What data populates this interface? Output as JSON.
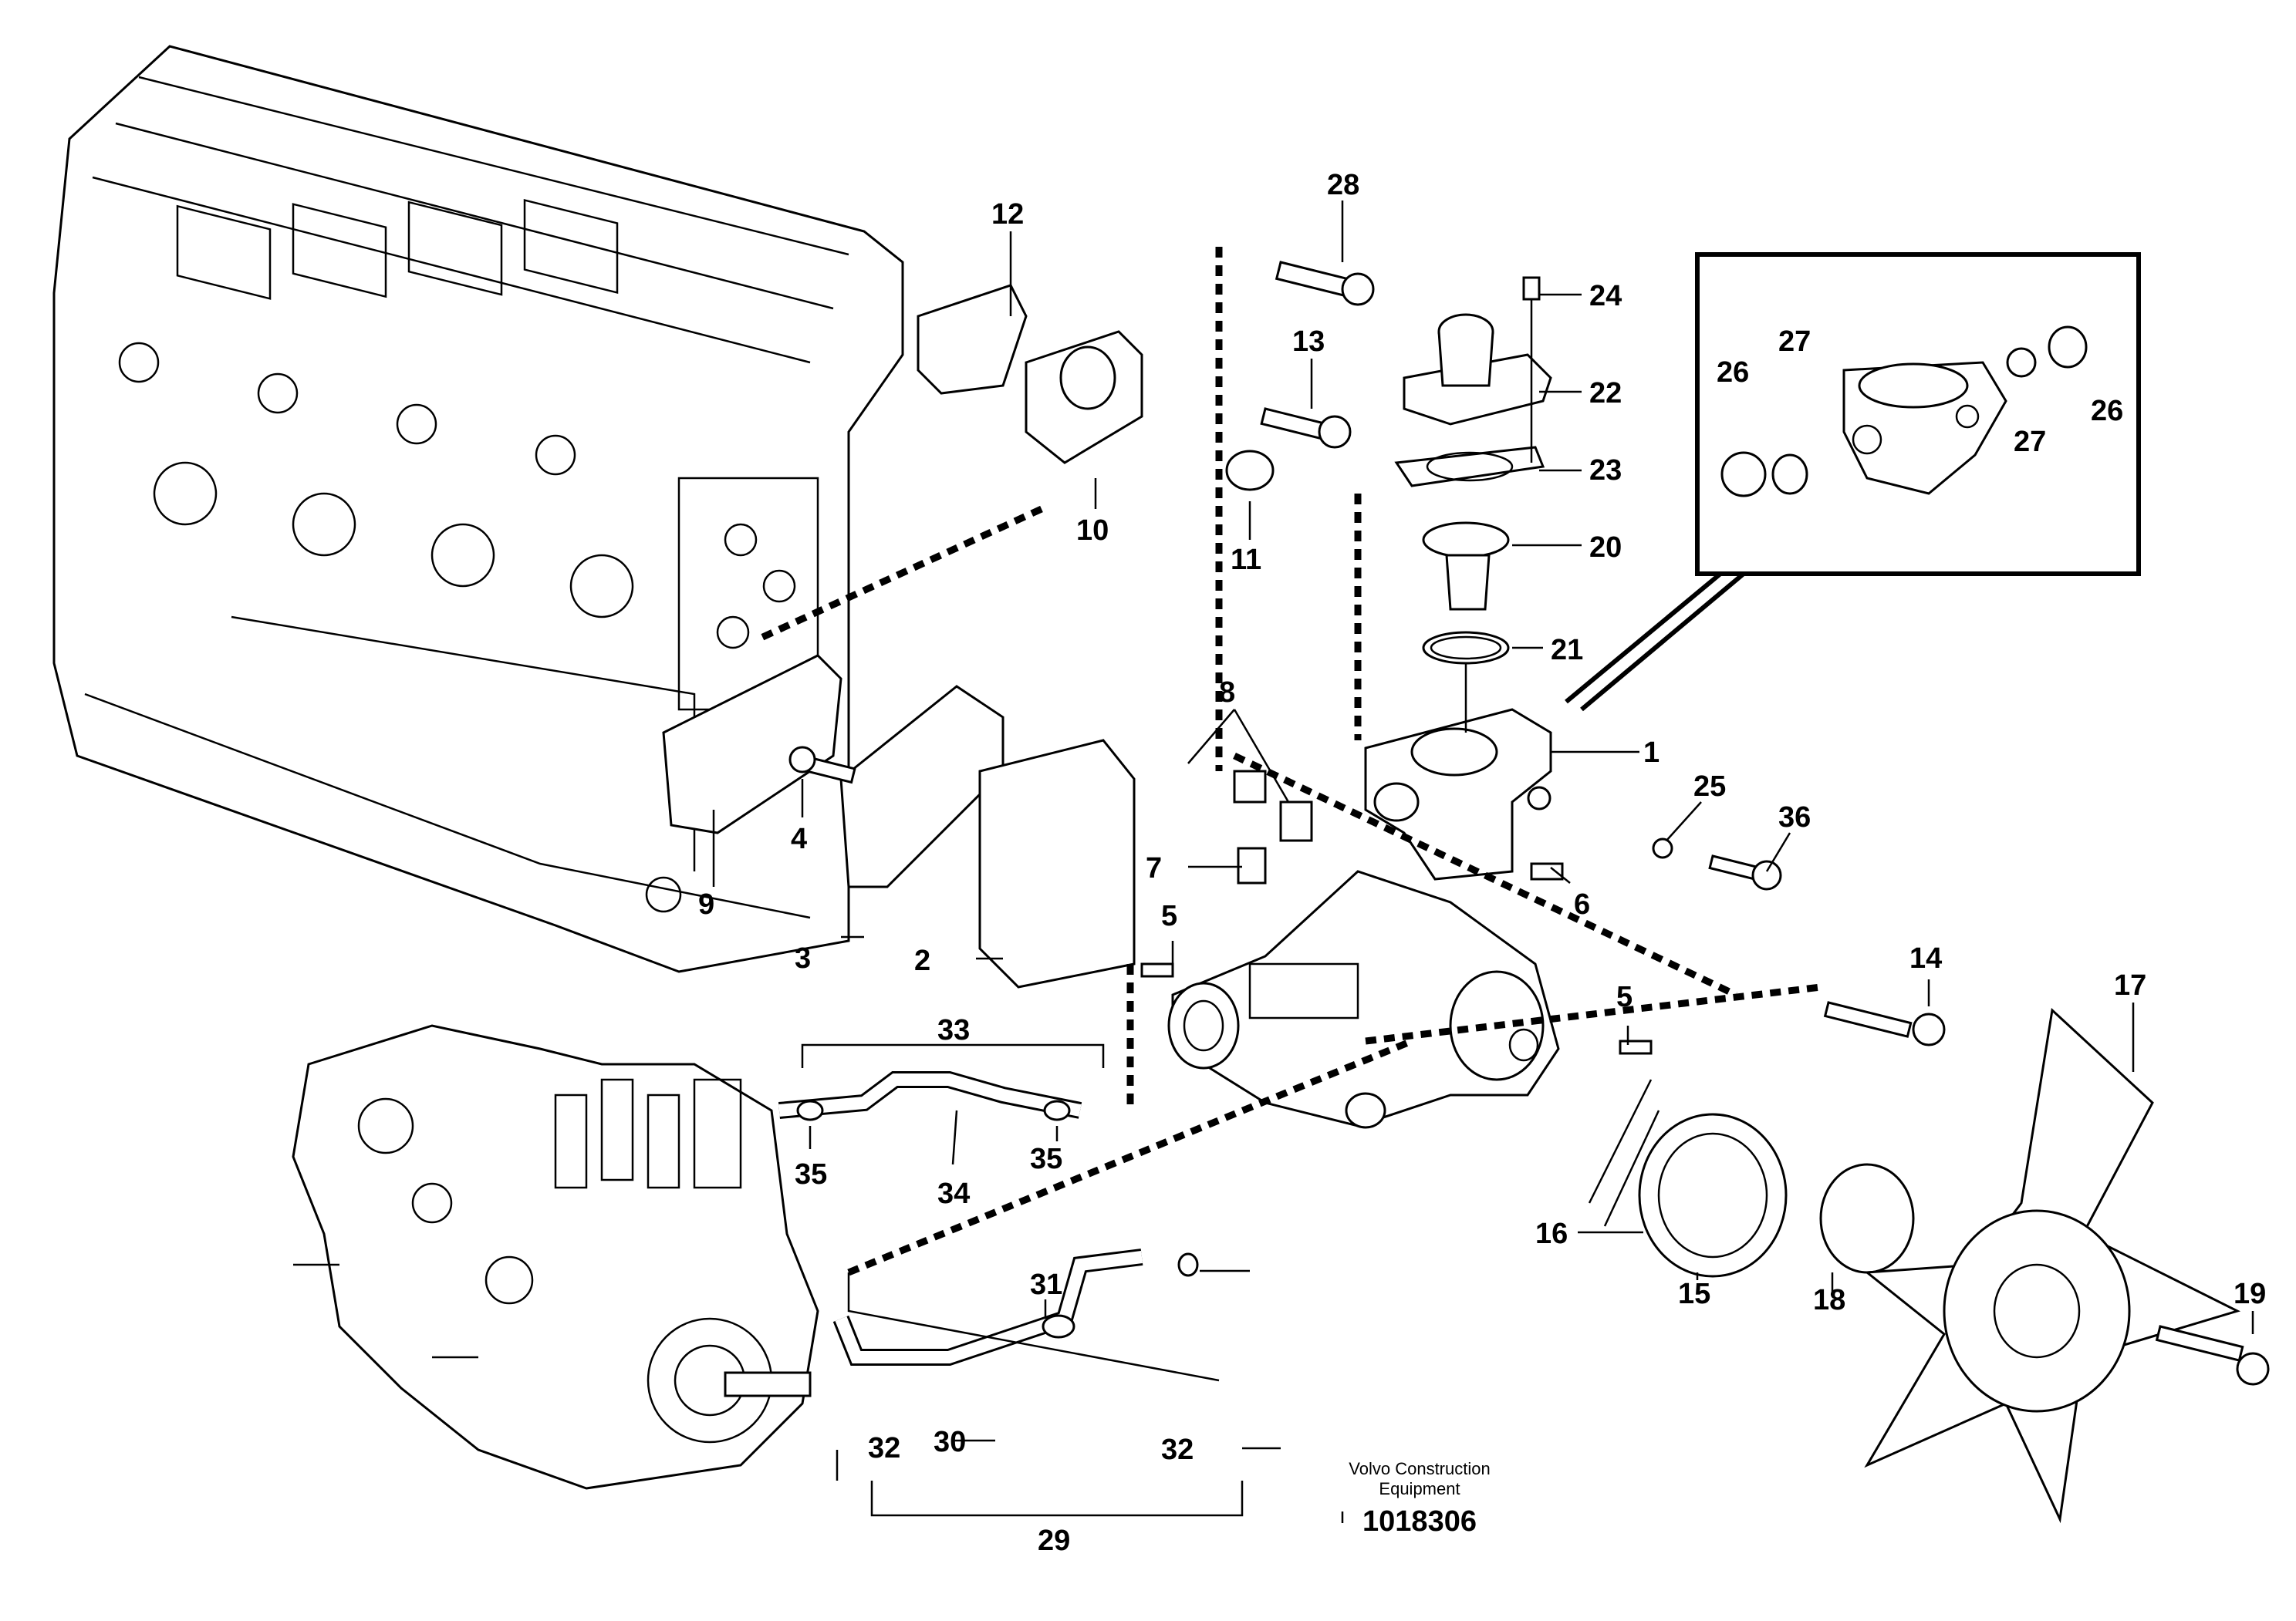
{
  "callouts": [
    "1",
    "2",
    "3",
    "4",
    "5",
    "5",
    "6",
    "7",
    "8",
    "9",
    "10",
    "11",
    "12",
    "13",
    "14",
    "15",
    "16",
    "17",
    "18",
    "19",
    "20",
    "21",
    "22",
    "23",
    "24",
    "25",
    "26",
    "26",
    "27",
    "27",
    "28",
    "29",
    "30",
    "31",
    "32",
    "32",
    "33",
    "34",
    "35",
    "35",
    "36"
  ],
  "footer": {
    "brand_line1": "Volvo Construction",
    "brand_line2": "Equipment",
    "drawing_number": "1018306"
  }
}
